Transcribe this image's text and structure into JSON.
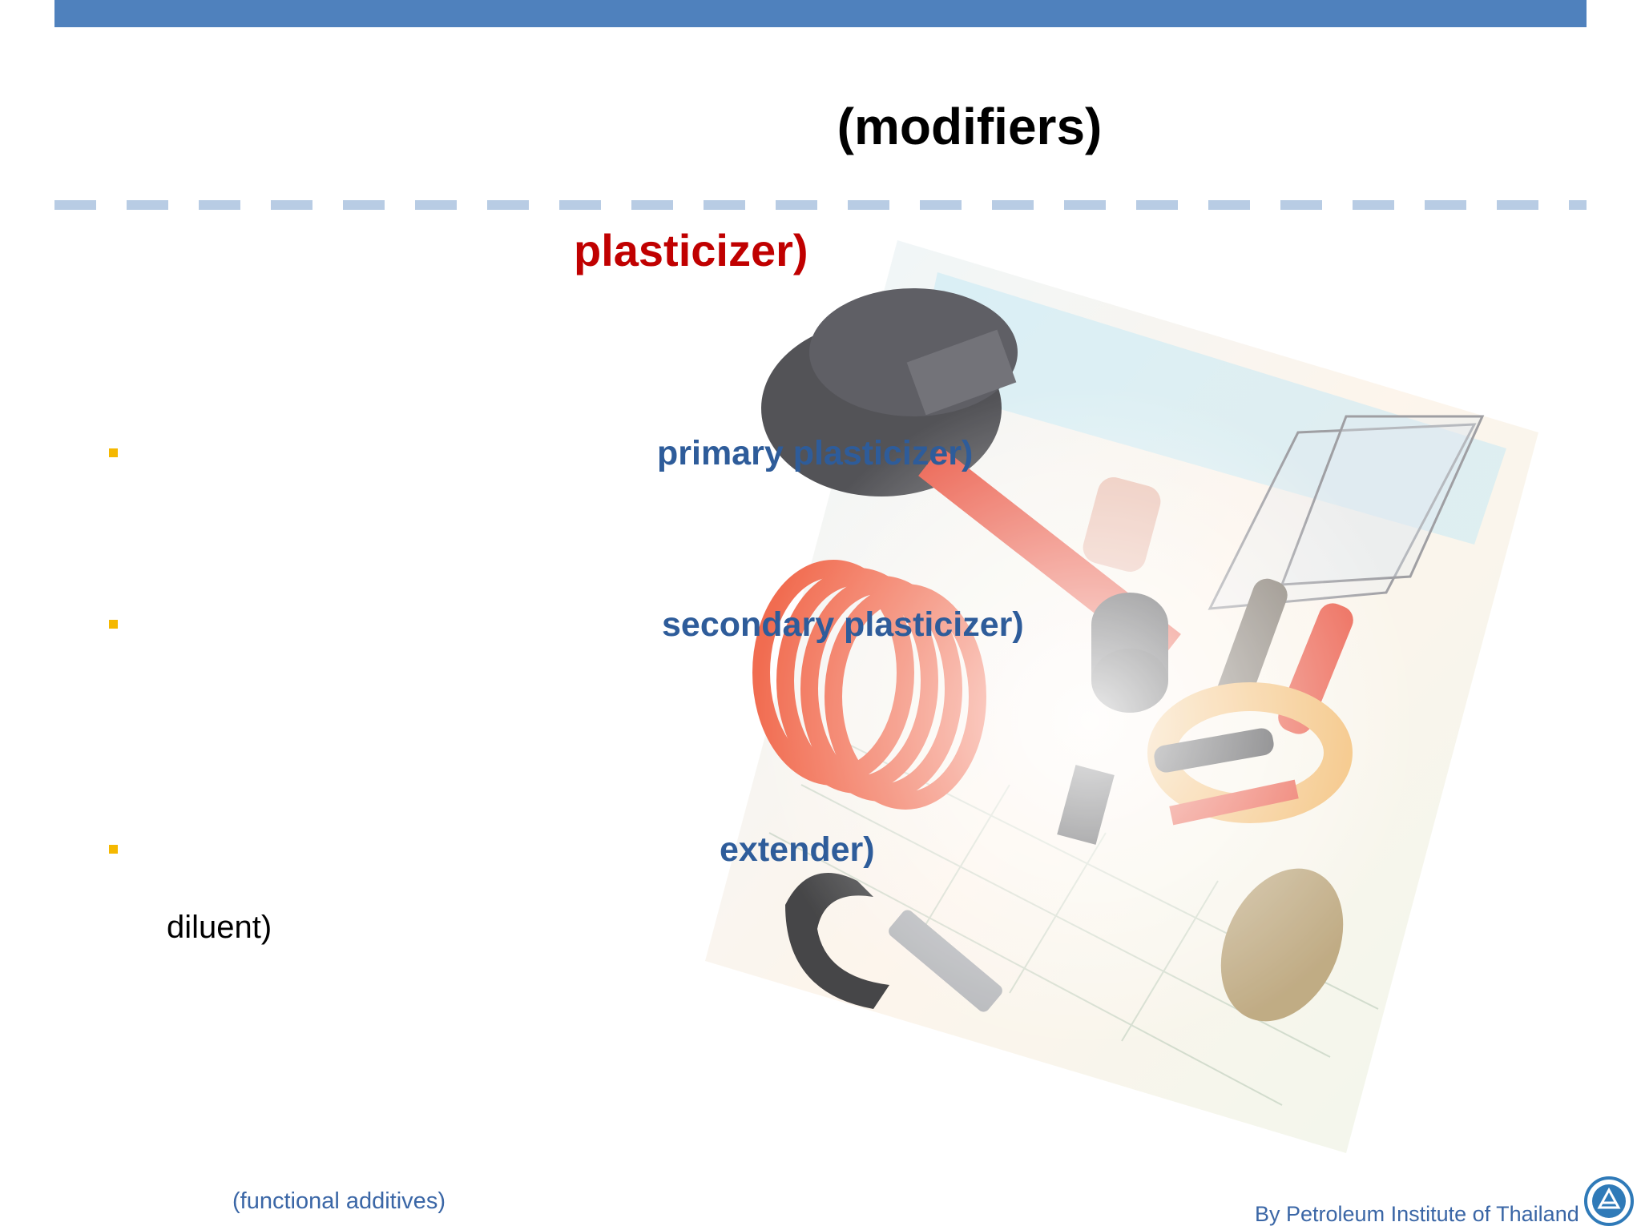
{
  "slide": {
    "title": "(modifiers)",
    "subtitle": "plasticizer)",
    "bullets": [
      {
        "label": "primary plasticizer)"
      },
      {
        "label": "secondary plasticizer)"
      },
      {
        "label": "extender)"
      }
    ],
    "extender_note": "diluent)"
  },
  "footer": {
    "left_text": "(functional additives)",
    "credit": "By Petroleum Institute of Thailand"
  },
  "colors": {
    "top_bar": "#4f81bd",
    "dash": "#b8cce4",
    "subtitle": "#c00000",
    "bullet_text": "#2e5c9a",
    "bullet_marker": "#f5b800",
    "footer_text": "#3a66a6"
  },
  "icons": {
    "bullet": "square-bullet-icon",
    "logo": "petroleum-institute-logo"
  }
}
